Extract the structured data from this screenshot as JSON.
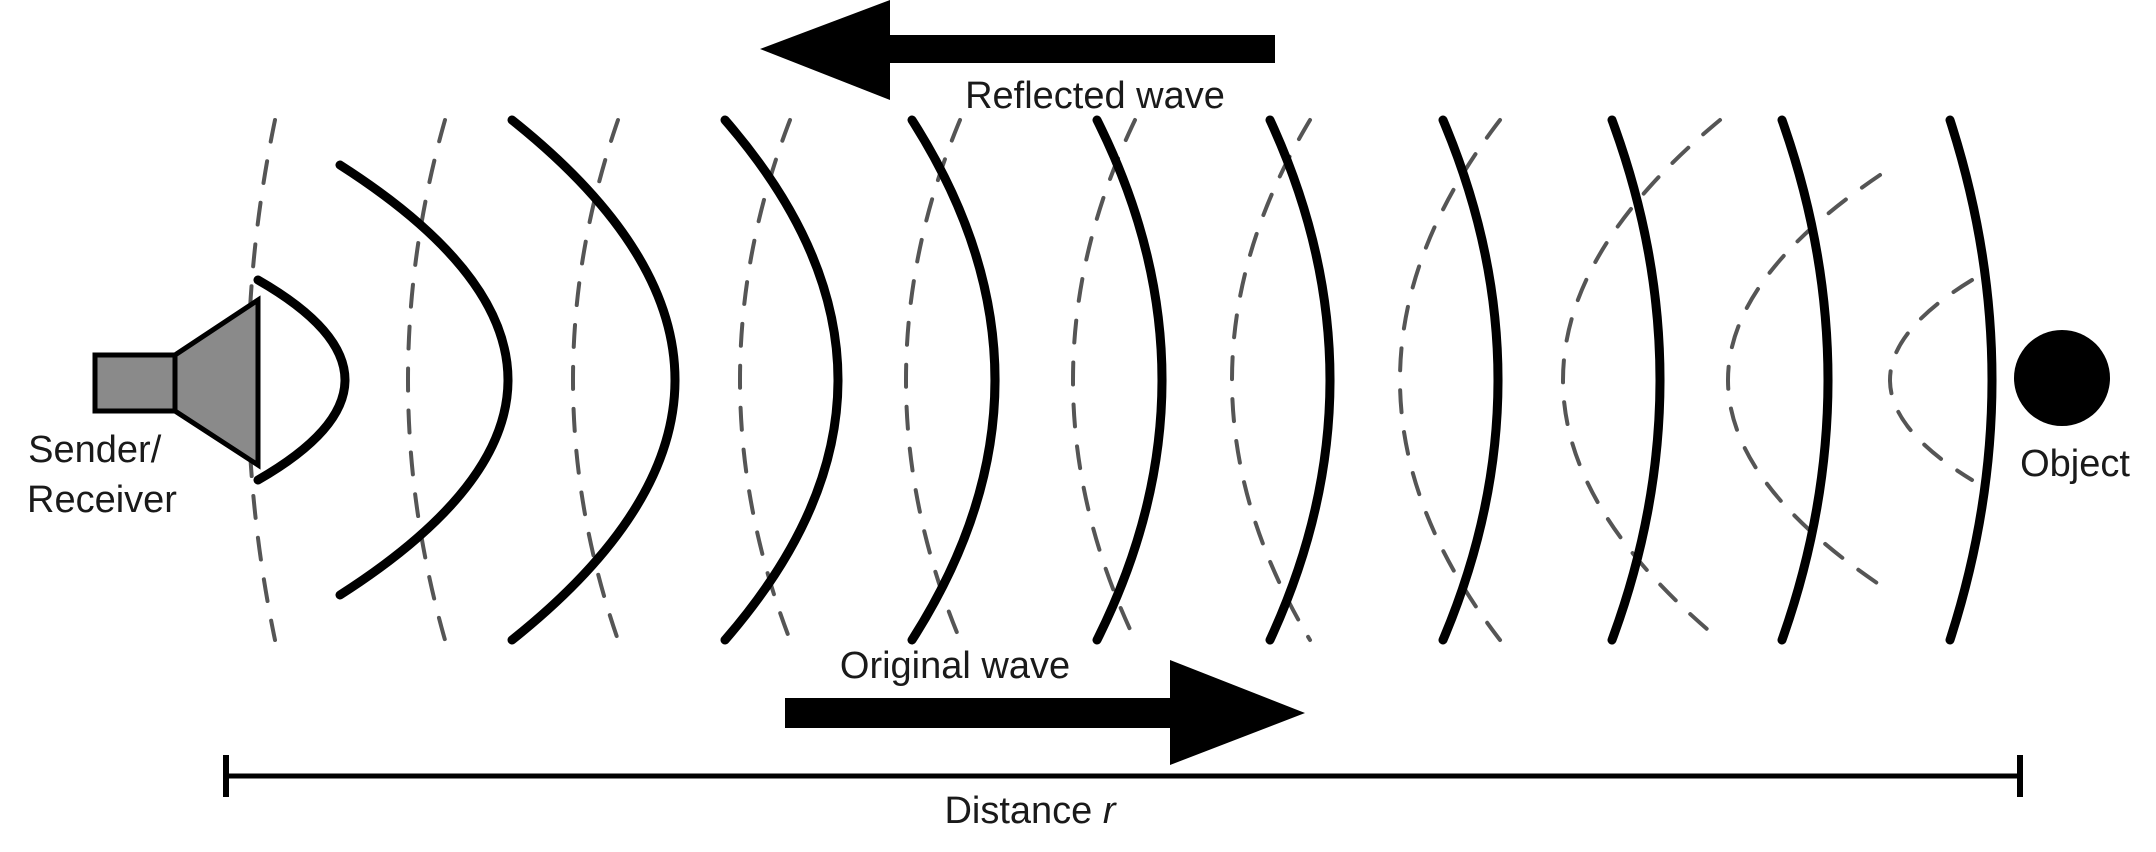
{
  "labels": {
    "reflected": "Reflected wave",
    "original": "Original wave",
    "sender_line1": "Sender/",
    "sender_line2": "Receiver",
    "object": "Object",
    "distance_prefix": "Distance ",
    "distance_var": "r"
  },
  "colors": {
    "ink": "#000000",
    "dashed": "#555555",
    "speaker_fill": "#8a8a8a"
  },
  "icons": [
    "speaker-icon",
    "object-shape",
    "arrow-left-icon",
    "arrow-right-icon"
  ]
}
